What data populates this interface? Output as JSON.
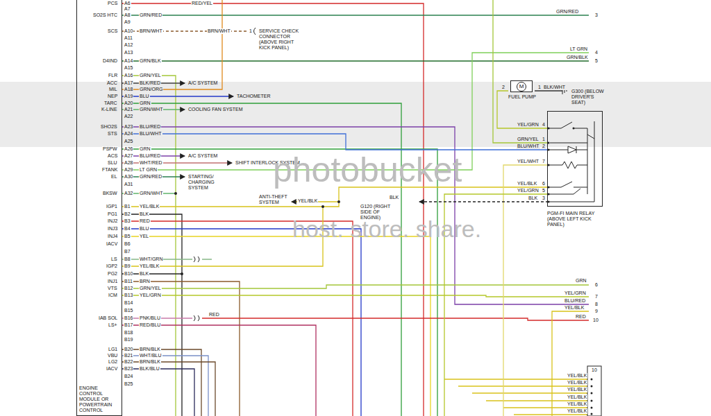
{
  "diagram": {
    "nodes": [
      {
        "text": [
          "ENGINE CONTROL MODULE OR POWERTRAIN CONTROL"
        ]
      },
      {
        "text": [
          "M",
          "FUEL PUMP"
        ]
      },
      {
        "text": [
          "PGM-FI MAIN RELAY (ABOVE LEFT KICK PANEL)"
        ]
      }
    ],
    "edges": [
      {
        "from": 0,
        "to": 2,
        "arrow": "none"
      },
      {
        "from": 1,
        "to": 2,
        "arrow": "none"
      }
    ],
    "labels": [
      "PCS",
      "A6",
      "RED/YEL",
      "A7",
      "SO2S HTC",
      "A8",
      "GRN/RED",
      "A9",
      "SCS",
      "A10",
      "BRN/WHT",
      "A11",
      "A12",
      "A13",
      "D4IND",
      "A14",
      "GRN/BLK",
      "A15",
      "FLR",
      "A16",
      "GRN/YEL",
      "ACC",
      "A17",
      "BLK/RED",
      "MIL",
      "A18",
      "GRN/ORG",
      "NEP",
      "A19",
      "BLU",
      "TARC",
      "A20",
      "GRN",
      "K-LINE",
      "A21",
      "GRN/WHT",
      "A22",
      "SHO2S",
      "A23",
      "BLU/RED",
      "STS",
      "A24",
      "BLU/WHT",
      "A25",
      "PSPW",
      "A26",
      "GRN",
      "ACS",
      "A27",
      "BLU/RED",
      "SLU",
      "A28",
      "WHT/RED",
      "FTANK",
      "A29",
      "LT GRN",
      "EL",
      "A30",
      "GRN/RED",
      "A31",
      "BKSW",
      "A32",
      "GRN/WHT",
      "IGP1",
      "B1",
      "YEL/BLK",
      "PG1",
      "B2",
      "BLK",
      "INJ2",
      "B3",
      "RED",
      "INJ3",
      "B4",
      "BLU",
      "INJ4",
      "B5",
      "YEL",
      "IACV",
      "B6",
      "B7",
      "LS",
      "B8",
      "WHT/GRN",
      "IGP2",
      "B9",
      "YEL/BLK",
      "PG2",
      "B10",
      "BLK",
      "INJ1",
      "B11",
      "BRN",
      "VTS",
      "B12",
      "GRN/YEL",
      "ICM",
      "B13",
      "YEL/GRN",
      "B14",
      "B15",
      "IAB SOL",
      "B16",
      "PNK/BLU",
      "LS+",
      "B17",
      "RED/BLU",
      "B18",
      "B19",
      "LG1",
      "B20",
      "BRN/BLK",
      "VBU",
      "B21",
      "WHT/BLU",
      "LG2",
      "B22",
      "BRN/BLK",
      "IACV",
      "B23",
      "BLK/BLU",
      "B24",
      "B25",
      "BRN/WHT",
      "1",
      "SERVICE CHECK CONNECTOR (ABOVE RIGHT KICK PANEL)",
      "A/C SYSTEM",
      "TACHOMETER",
      "COOLING FAN SYSTEM",
      "A/C SYSTEM",
      "SHIFT INTERLOCK SYSTEM",
      "STARTING/ CHARGING SYSTEM",
      "ANTI-THEFT SYSTEM",
      "YEL/BLK",
      "BLK",
      "G120 (RIGHT SIDE OF ENGINE)",
      "RED",
      "GRN/RED",
      "3",
      "LT GRN",
      "4",
      "GRN/BLK",
      "5",
      "2",
      "1",
      "BLK/WHT",
      "G300 (BELOW DRIVER'S SEAT)",
      "YEL/GRN",
      "4",
      "GRN/YEL",
      "1",
      "BLU/WHT",
      "2",
      "YEL/WHT",
      "7",
      "YEL/BLK",
      "6",
      "YEL/GRN",
      "5",
      "BLK",
      "3",
      "GRN",
      "6",
      "YEL/GRN",
      "7",
      "BLU/RED",
      "8",
      "YEL/BLK",
      "9",
      "RED",
      "10",
      "10",
      "YEL/BLK",
      "YEL/BLK",
      "YEL/BLK",
      "YEL/BLK",
      "YEL/BLK",
      "YEL/BLK",
      "photobucket",
      "host. store. share."
    ]
  }
}
